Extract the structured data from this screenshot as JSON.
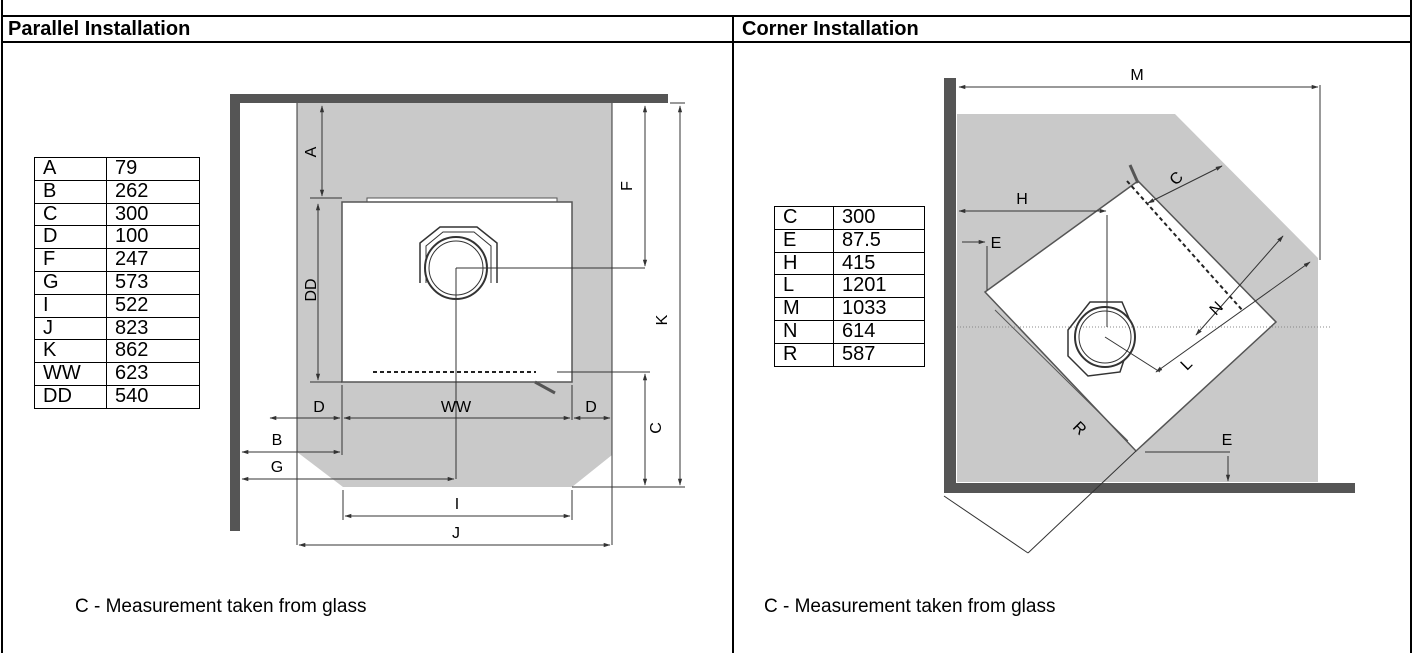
{
  "parallel": {
    "title": "Parallel Installation",
    "dims": [
      [
        "A",
        "79"
      ],
      [
        "B",
        "262"
      ],
      [
        "C",
        "300"
      ],
      [
        "D",
        "100"
      ],
      [
        "F",
        "247"
      ],
      [
        "G",
        "573"
      ],
      [
        "I",
        "522"
      ],
      [
        "J",
        "823"
      ],
      [
        "K",
        "862"
      ],
      [
        "WW",
        "623"
      ],
      [
        "DD",
        "540"
      ]
    ],
    "labels": {
      "A": "A",
      "F": "F",
      "DD": "DD",
      "K": "K",
      "D": "D",
      "WW": "WW",
      "B": "B",
      "G": "G",
      "C": "C",
      "I": "I",
      "J": "J"
    },
    "caption": "C - Measurement taken from glass"
  },
  "corner": {
    "title": "Corner Installation",
    "dims": [
      [
        "C",
        "300"
      ],
      [
        "E",
        "87.5"
      ],
      [
        "H",
        "415"
      ],
      [
        "L",
        "1201"
      ],
      [
        "M",
        "1033"
      ],
      [
        "N",
        "614"
      ],
      [
        "R",
        "587"
      ]
    ],
    "labels": {
      "M": "M",
      "H": "H",
      "E": "E",
      "C": "C",
      "N": "N",
      "L": "L",
      "R": "R",
      "E2": "E"
    },
    "caption": "C - Measurement taken from glass"
  },
  "colors": {
    "floor": "#c9c9c9",
    "wall": "#555555",
    "line": "#333333"
  }
}
